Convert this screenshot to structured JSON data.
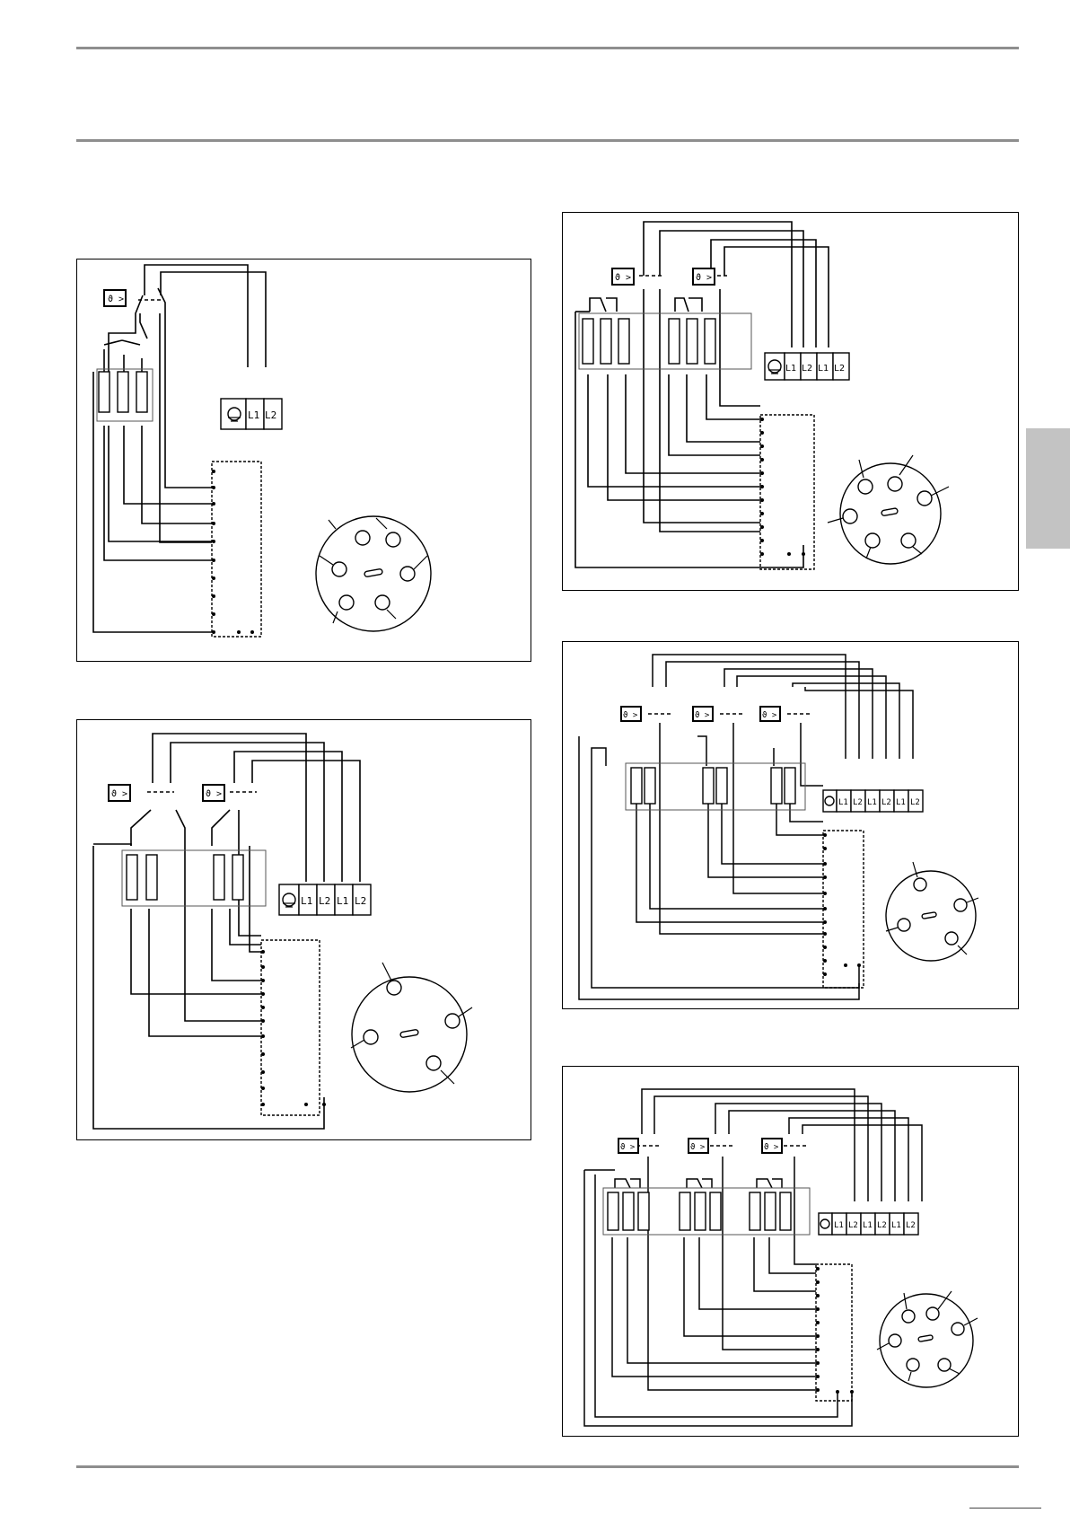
{
  "terminal_labels": {
    "l1": "L1",
    "l2": "L2"
  },
  "thermostat_symbol": "ϑ >",
  "colors": {
    "rule": "#8e8e8e",
    "tab": "#c3c3c3",
    "ink": "#000000"
  },
  "icons": {
    "thermostat": "thermostat-icon",
    "earth": "earth-ground-icon",
    "connector": "round-connector-icon"
  }
}
